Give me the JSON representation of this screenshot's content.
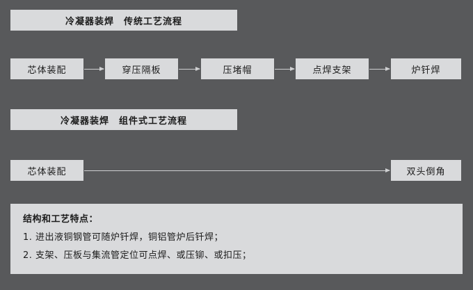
{
  "colors": {
    "background": "#58595b",
    "panel": "#d9dadc",
    "arrow": "#cfd0d2",
    "text": "#1c1c1c"
  },
  "traditional": {
    "title": "冷凝器装焊　传统工艺流程",
    "steps": [
      "芯体装配",
      "穿压隔板",
      "压堵帽",
      "点焊支架",
      "炉钎焊"
    ]
  },
  "modular": {
    "title": "冷凝器装焊　组件式工艺流程",
    "steps": [
      "芯体装配",
      "双头倒角"
    ]
  },
  "notes": {
    "heading": "结构和工艺特点：",
    "items": [
      "1. 进出液铜钢管可随炉钎焊，铜铝管炉后钎焊；",
      "2. 支架、压板与集流管定位可点焊、或压铆、或扣压；"
    ]
  }
}
